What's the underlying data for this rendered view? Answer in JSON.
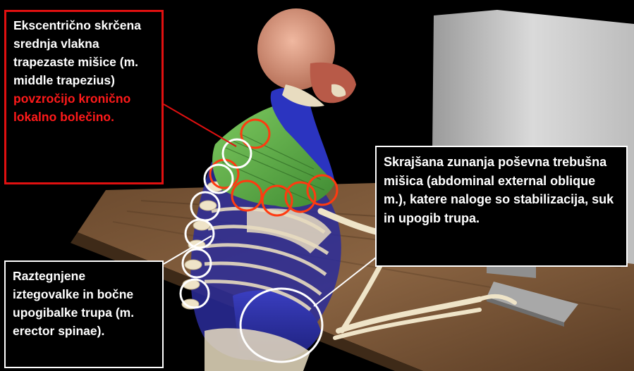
{
  "callouts": {
    "trapezius": {
      "text_white": "Ekscentrično skrčena srednja vlakna trapezaste mišice (m. middle trapezius)",
      "text_red": "povzročijo kronično lokalno bolečino."
    },
    "oblique": {
      "text": "Skrajšana zunanja poševna trebušna mišica (abdominal external oblique m.), katere naloge so stabilizacija, suk in upogib trupa."
    },
    "erector": {
      "text": "Raztegnjene iztegovalke in bočne upogibalke trupa (m. erector spinae)."
    }
  },
  "colors": {
    "background": "#000000",
    "trapezius_border": "#e01010",
    "warning_text": "#ff1a1a",
    "callout_text": "#ffffff",
    "pain_circles": "#ff3a10",
    "spine_circles": "#ffffff",
    "trapezius_muscle": "#5fb04a",
    "spinal_muscle": "#2b2fa8",
    "desk": "#7a5a3a",
    "monitor": "#cfcfcf"
  },
  "icons": {
    "illustration": "anatomical-figure-at-computer-icon"
  }
}
